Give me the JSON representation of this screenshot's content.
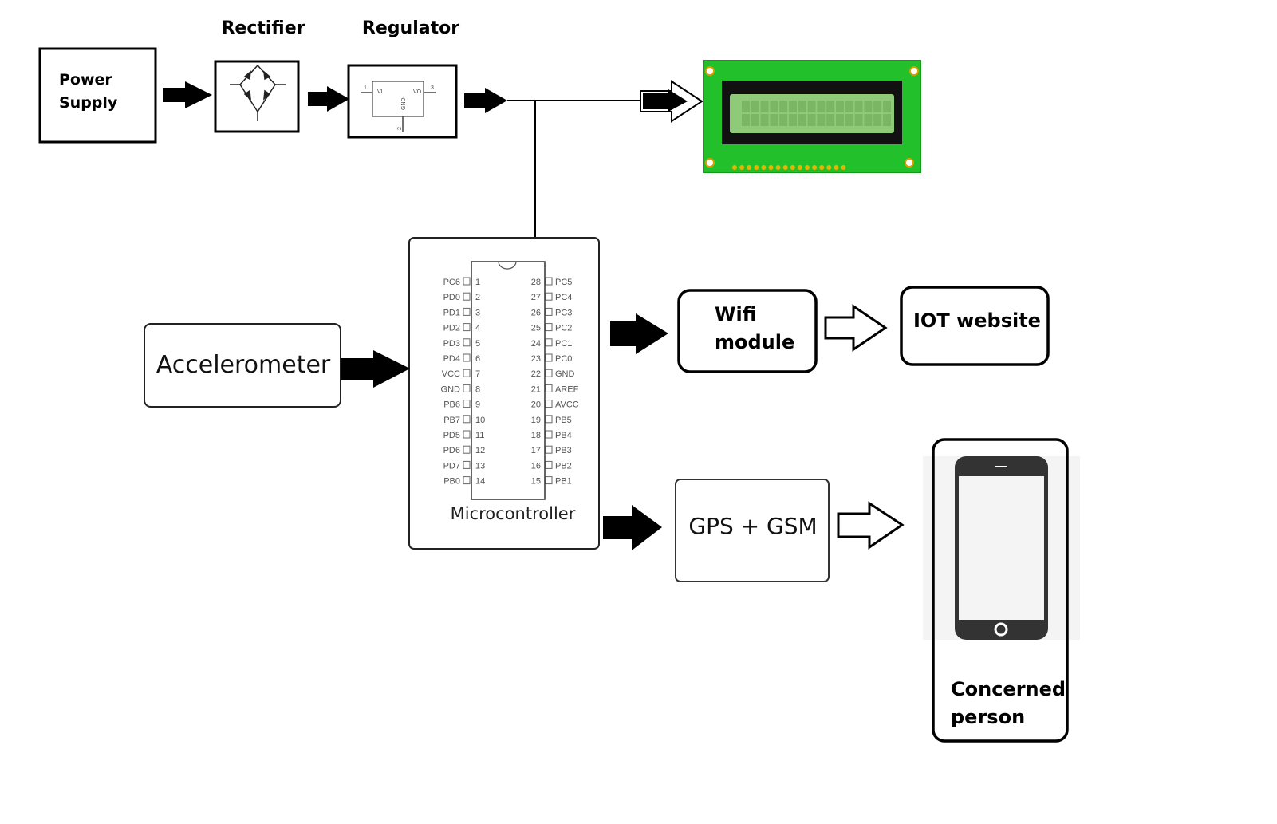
{
  "diagram": {
    "title_labels": {
      "rectifier": "Rectifier",
      "regulator": "Regulator"
    },
    "blocks": {
      "power_supply": {
        "line1": "Power",
        "line2": "Supply"
      },
      "rectifier": {
        "icon": "bridge-rectifier-icon"
      },
      "regulator": {
        "pin_in": "1",
        "pin_out": "3",
        "pin_gnd": "2",
        "label_vi": "VI",
        "label_vo": "VO",
        "label_gnd": "GND"
      },
      "lcd": {
        "icon": "lcd-display-icon"
      },
      "accelerometer": {
        "label": "Accelerometer"
      },
      "microcontroller": {
        "label": "Microcontroller"
      },
      "wifi": {
        "line1": "Wifi",
        "line2": "module"
      },
      "iot": {
        "label": "IOT website"
      },
      "gps_gsm": {
        "label": "GPS + GSM"
      },
      "phone": {
        "line1": "Concerned",
        "line2": "person",
        "icon": "smartphone-icon"
      }
    },
    "chip_pins": {
      "left": [
        {
          "name": "PC6",
          "num": "1"
        },
        {
          "name": "PD0",
          "num": "2"
        },
        {
          "name": "PD1",
          "num": "3"
        },
        {
          "name": "PD2",
          "num": "4"
        },
        {
          "name": "PD3",
          "num": "5"
        },
        {
          "name": "PD4",
          "num": "6"
        },
        {
          "name": "VCC",
          "num": "7"
        },
        {
          "name": "GND",
          "num": "8"
        },
        {
          "name": "PB6",
          "num": "9"
        },
        {
          "name": "PB7",
          "num": "10"
        },
        {
          "name": "PD5",
          "num": "11"
        },
        {
          "name": "PD6",
          "num": "12"
        },
        {
          "name": "PD7",
          "num": "13"
        },
        {
          "name": "PB0",
          "num": "14"
        }
      ],
      "right": [
        {
          "name": "PC5",
          "num": "28"
        },
        {
          "name": "PC4",
          "num": "27"
        },
        {
          "name": "PC3",
          "num": "26"
        },
        {
          "name": "PC2",
          "num": "25"
        },
        {
          "name": "PC1",
          "num": "24"
        },
        {
          "name": "PC0",
          "num": "23"
        },
        {
          "name": "GND",
          "num": "22"
        },
        {
          "name": "AREF",
          "num": "21"
        },
        {
          "name": "AVCC",
          "num": "20"
        },
        {
          "name": "PB5",
          "num": "19"
        },
        {
          "name": "PB4",
          "num": "18"
        },
        {
          "name": "PB3",
          "num": "17"
        },
        {
          "name": "PB2",
          "num": "16"
        },
        {
          "name": "PB1",
          "num": "15"
        }
      ]
    },
    "colors": {
      "pcb_green": "#22c02a",
      "lcd_screen": "#8fca78",
      "phone_body": "#333333",
      "phone_screen": "#f4f4f4",
      "pad_gold": "#e8b400"
    }
  }
}
